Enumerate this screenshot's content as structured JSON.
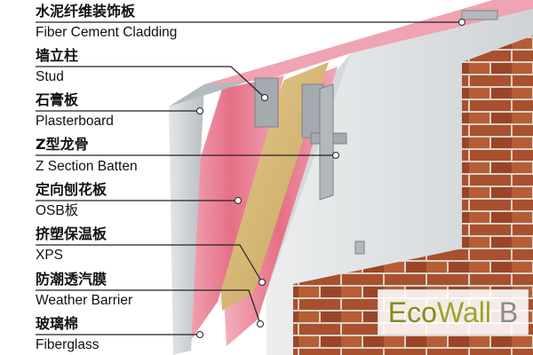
{
  "labels": [
    {
      "zh": "水泥纤维装饰板",
      "en": "Fiber Cement Cladding"
    },
    {
      "zh": "墙立柱",
      "en": "Stud"
    },
    {
      "zh": "石膏板",
      "en": "Plasterboard"
    },
    {
      "zh": "Z型龙骨",
      "en": "Z Section Batten"
    },
    {
      "zh": "定向刨花板",
      "en": "OSB板"
    },
    {
      "zh": "挤塑保温板",
      "en": "XPS"
    },
    {
      "zh": "防潮透汽膜",
      "en": "Weather Barrier"
    },
    {
      "zh": "玻璃棉",
      "en": "Fiberglass"
    }
  ],
  "brand": {
    "eco": "Eco",
    "wall": "Wall",
    "suffix": " B"
  },
  "colors": {
    "insulation": "#e9788a",
    "osb": "#d7b977",
    "brick": "#a44d2e",
    "plaster": "#c9cdd0",
    "cladding": "#d9dcdf",
    "steel": "#9aa0a6"
  }
}
